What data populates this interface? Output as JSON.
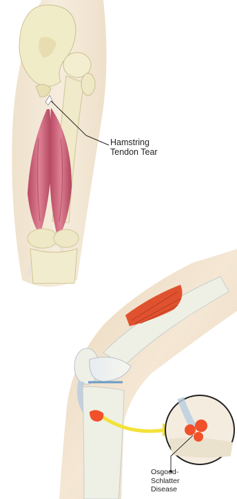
{
  "labels": {
    "hamstring": {
      "line1": "Hamstring",
      "line2": "Tendon Tear"
    },
    "osgood": {
      "line1": "Osgood-",
      "line2": "Schlatter",
      "line3": "Disease"
    }
  },
  "colors": {
    "skin": "#f2e6d3",
    "bone": "#f1edd0",
    "muscle": "#c85a70",
    "inflammation": "#f0502a",
    "arrow": "#f3e23a"
  }
}
